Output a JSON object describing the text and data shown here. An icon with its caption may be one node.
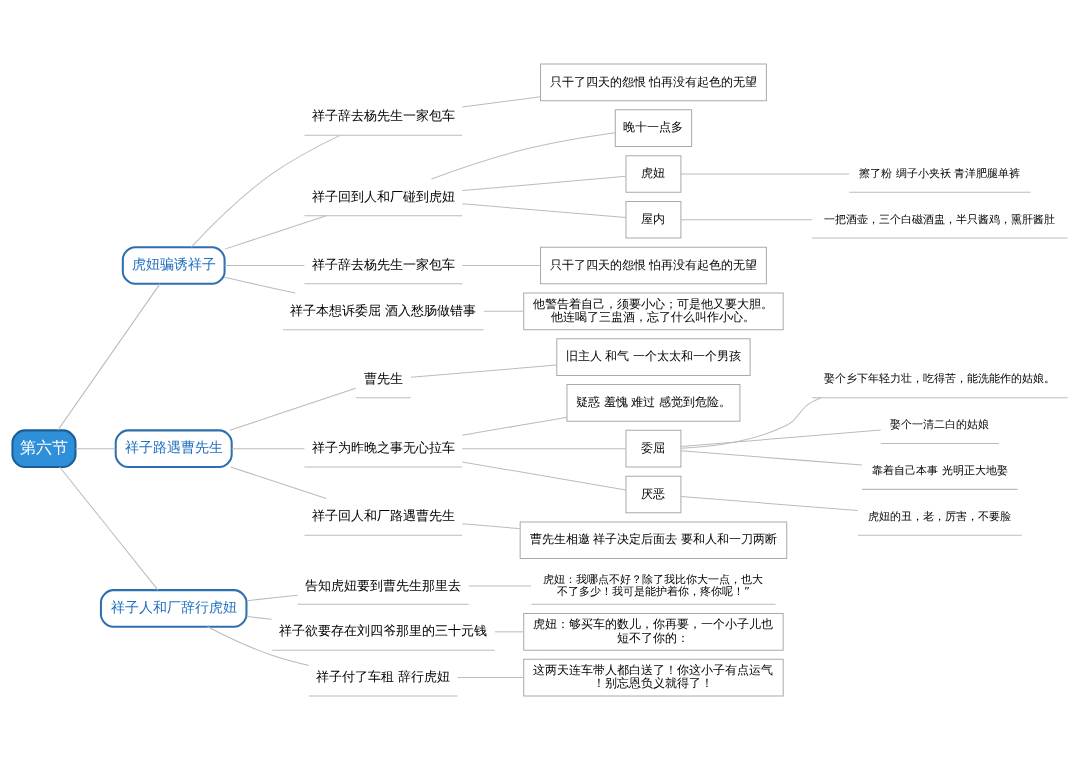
{
  "diagram": {
    "nodes": [
      {
        "text": [
          "第六节"
        ]
      },
      {
        "text": [
          "虎妞骗诱祥子"
        ]
      },
      {
        "text": [
          "祥子辞去杨先生一家包车"
        ]
      },
      {
        "text": [
          "只干了四天的怨恨 怕再没有起色的无望"
        ]
      },
      {
        "text": [
          "祥子回到人和厂碰到虎妞"
        ]
      },
      {
        "text": [
          "晚十一点多"
        ]
      },
      {
        "text": [
          "虎妞"
        ]
      },
      {
        "text": [
          "擦了粉 绸子小夹袄 青洋肥腿单裤"
        ]
      },
      {
        "text": [
          "屋内"
        ]
      },
      {
        "text": [
          "一把酒壶，三个白磁酒盅，半只酱鸡，熏肝酱肚"
        ]
      },
      {
        "text": [
          "祥子辞去杨先生一家包车"
        ]
      },
      {
        "text": [
          "只干了四天的怨恨 怕再没有起色的无望"
        ]
      },
      {
        "text": [
          "祥子本想诉委屈 酒入愁肠做错事"
        ]
      },
      {
        "text": [
          "他警告着自己，须要小心；可是他又要大胆。他连喝了三盅酒，忘了什么叫作小心。"
        ]
      },
      {
        "text": [
          "祥子路遇曹先生"
        ]
      },
      {
        "text": [
          "曹先生"
        ]
      },
      {
        "text": [
          "旧主人 和气 一个太太和一个男孩"
        ]
      },
      {
        "text": [
          "祥子为昨晚之事无心拉车"
        ]
      },
      {
        "text": [
          "疑惑 羞愧 难过 感觉到危险。"
        ]
      },
      {
        "text": [
          "委屈"
        ]
      },
      {
        "text": [
          "娶个乡下年轻力壮，吃得苦，能洗能作的姑娘。"
        ]
      },
      {
        "text": [
          "娶个一清二白的姑娘"
        ]
      },
      {
        "text": [
          "靠着自己本事 光明正大地娶"
        ]
      },
      {
        "text": [
          "厌恶"
        ]
      },
      {
        "text": [
          "虎妞的丑，老，厉害，不要脸"
        ]
      },
      {
        "text": [
          "祥子回人和厂路遇曹先生"
        ]
      },
      {
        "text": [
          "曹先生相邀 祥子决定后面去 要和人和一刀两断"
        ]
      },
      {
        "text": [
          "祥子人和厂辞行虎妞"
        ]
      },
      {
        "text": [
          "告知虎妞要到曹先生那里去"
        ]
      },
      {
        "text": [
          "虎妞：我哪点不好？除了我比你大一点，也大不了多少！我可是能护着你，疼你呢！”"
        ]
      },
      {
        "text": [
          "祥子欲要存在刘四爷那里的三十元钱"
        ]
      },
      {
        "text": [
          "虎妞：够买车的数儿，你再要，一个小子儿也短不了你的："
        ]
      },
      {
        "text": [
          "祥子付了车租 辞行虎妞"
        ]
      },
      {
        "text": [
          "这两天连车带人都白送了！你这小子有点运气！别忘恩负义就得了！"
        ]
      }
    ],
    "edges": [
      {
        "from": 0,
        "to": 1,
        "arrow": "none"
      },
      {
        "from": 1,
        "to": 2,
        "arrow": "none"
      },
      {
        "from": 2,
        "to": 3,
        "arrow": "none"
      },
      {
        "from": 1,
        "to": 4,
        "arrow": "none"
      },
      {
        "from": 4,
        "to": 5,
        "arrow": "none"
      },
      {
        "from": 4,
        "to": 6,
        "arrow": "none"
      },
      {
        "from": 6,
        "to": 7,
        "arrow": "none"
      },
      {
        "from": 4,
        "to": 8,
        "arrow": "none"
      },
      {
        "from": 8,
        "to": 9,
        "arrow": "none"
      },
      {
        "from": 1,
        "to": 10,
        "arrow": "none"
      },
      {
        "from": 10,
        "to": 11,
        "arrow": "none"
      },
      {
        "from": 1,
        "to": 12,
        "arrow": "none"
      },
      {
        "from": 12,
        "to": 13,
        "arrow": "none"
      },
      {
        "from": 0,
        "to": 14,
        "arrow": "none"
      },
      {
        "from": 14,
        "to": 15,
        "arrow": "none"
      },
      {
        "from": 15,
        "to": 16,
        "arrow": "none"
      },
      {
        "from": 14,
        "to": 17,
        "arrow": "none"
      },
      {
        "from": 17,
        "to": 18,
        "arrow": "none"
      },
      {
        "from": 17,
        "to": 19,
        "arrow": "none"
      },
      {
        "from": 19,
        "to": 20,
        "arrow": "none"
      },
      {
        "from": 19,
        "to": 21,
        "arrow": "none"
      },
      {
        "from": 19,
        "to": 22,
        "arrow": "none"
      },
      {
        "from": 17,
        "to": 23,
        "arrow": "none"
      },
      {
        "from": 23,
        "to": 24,
        "arrow": "none"
      },
      {
        "from": 14,
        "to": 25,
        "arrow": "none"
      },
      {
        "from": 25,
        "to": 26,
        "arrow": "none"
      },
      {
        "from": 0,
        "to": 27,
        "arrow": "none"
      },
      {
        "from": 27,
        "to": 28,
        "arrow": "none"
      },
      {
        "from": 28,
        "to": 29,
        "arrow": "none"
      },
      {
        "from": 27,
        "to": 30,
        "arrow": "none"
      },
      {
        "from": 30,
        "to": 31,
        "arrow": "none"
      },
      {
        "from": 27,
        "to": 32,
        "arrow": "none"
      },
      {
        "from": 32,
        "to": 33,
        "arrow": "none"
      }
    ]
  }
}
